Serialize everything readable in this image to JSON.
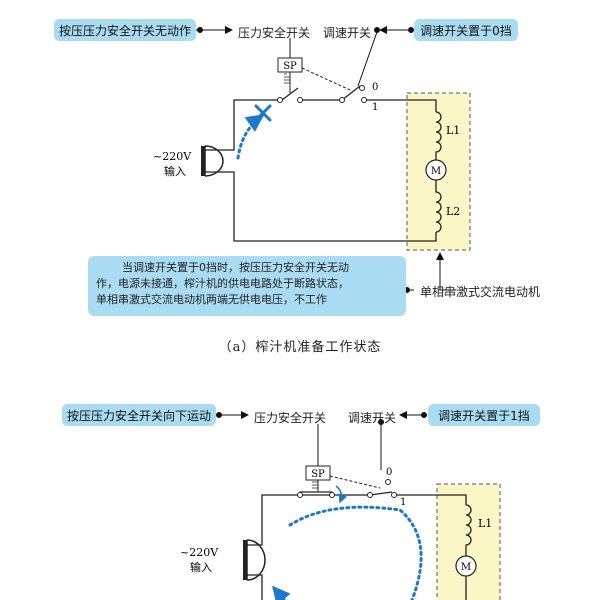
{
  "diagram_a": {
    "action_label": "按压压力安全开关无动作",
    "pressure_switch_label": "压力安全开关",
    "speed_switch_label": "调速开关",
    "speed_setting_label": "调速开关置于0挡",
    "sp": "SP",
    "pos_0": "0",
    "pos_1": "1",
    "input_voltage": "~220V",
    "input_text": "输入",
    "coil1": "L1",
    "coil2": "L2",
    "motor": "M",
    "motor_label": "单相串激式交流电动机",
    "note_line1": "当调速开关置于0挡时，按压压力安全开关无动",
    "note_line2": "作，电源未接通，榨汁机的供电电路处于断路状态，",
    "note_line3": "单相串激式交流电动机两端无供电电压，不工作",
    "caption": "（a）榨汁机准备工作状态"
  },
  "diagram_b": {
    "action_label": "按压压力安全开关向下运动",
    "pressure_switch_label": "压力安全开关",
    "speed_switch_label": "调速开关",
    "speed_setting_label": "调速开关置于1挡",
    "sp": "SP",
    "pos_0": "0",
    "pos_1": "1",
    "input_voltage": "~220V",
    "input_text": "输入",
    "coil1": "L1",
    "motor": "M"
  },
  "colors": {
    "callout_bg": "#a9dcf2",
    "motor_box_bg": "#fbf6c5",
    "current_path": "#1e78c8"
  }
}
